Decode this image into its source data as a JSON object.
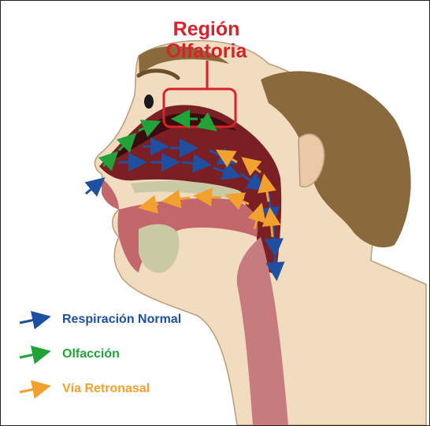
{
  "title": {
    "line1": "Región",
    "line2": "Olfatoria"
  },
  "legend": [
    {
      "label": "Respiración Normal",
      "color": "#1f4fa0"
    },
    {
      "label": "Olfacción",
      "color": "#22a33a"
    },
    {
      "label": "Vía Retronasal",
      "color": "#f2a12e"
    }
  ],
  "colors": {
    "highlight_box": "#d8222a",
    "skin": "#f1dcc0",
    "hair": "#8a6a3c",
    "cavity": "#7a1f24",
    "throat": "#c77b7d",
    "bone": "#c9c9a3"
  }
}
